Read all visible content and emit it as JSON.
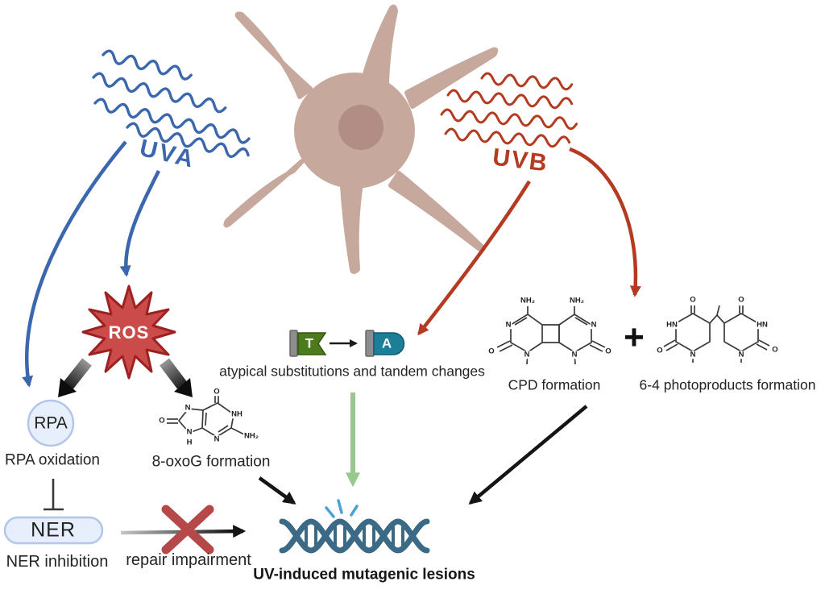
{
  "diagram": {
    "uva": "UVA",
    "uvb": "UVB",
    "ros": "ROS",
    "rpa": "RPA",
    "rpa_caption": "RPA oxidation",
    "ner": "NER",
    "ner_caption": "NER inhibition",
    "repair_caption": "repair impairment",
    "oxog_caption": "8-oxoG formation",
    "substitution_from": "T",
    "substitution_to": "A",
    "substitution_caption": "atypical substitutions and tandem changes",
    "cpd_caption": "CPD formation",
    "plus": "+",
    "pp64_caption": "6-4 photoproducts formation",
    "dna_caption": "UV-induced mutagenic lesions"
  },
  "atoms": {
    "oxog": {
      "o_top": "O",
      "nh": "NH",
      "nh2": "NH₂",
      "n3": "N",
      "n7": "N",
      "n9": "N",
      "h9": "H",
      "o_left": "O"
    },
    "cpd": {
      "nh2_l": "NH₂",
      "nh2_r": "NH₂",
      "n_tl": "N",
      "n_tr": "N",
      "o_l": "O",
      "o_r": "O",
      "n_bl": "N",
      "n_br": "N"
    },
    "pp64": {
      "o_tl": "O",
      "o_tr": "O",
      "hn_l": "HN",
      "hn_r": "HN",
      "o_bl": "O",
      "o_br": "O",
      "n_bl": "N",
      "n_br": "N"
    }
  },
  "colors": {
    "uva_blue": "#3a67ae",
    "uvb_red": "#b43a20",
    "ros_fill": "#cb4b4b",
    "ros_stroke": "#9e2121",
    "cell_body": "#c6a89c",
    "cell_nucleus": "#b18d86",
    "dna_teal": "#3a6a85",
    "spark_blue": "#4aa3d6",
    "green_arrow": "#98c88f",
    "x_red": "#b5494a",
    "node_fill": "#e8effc",
    "node_stroke": "#b3c6e8",
    "t_green": "#4b7b1d",
    "a_teal": "#1c7f97"
  }
}
